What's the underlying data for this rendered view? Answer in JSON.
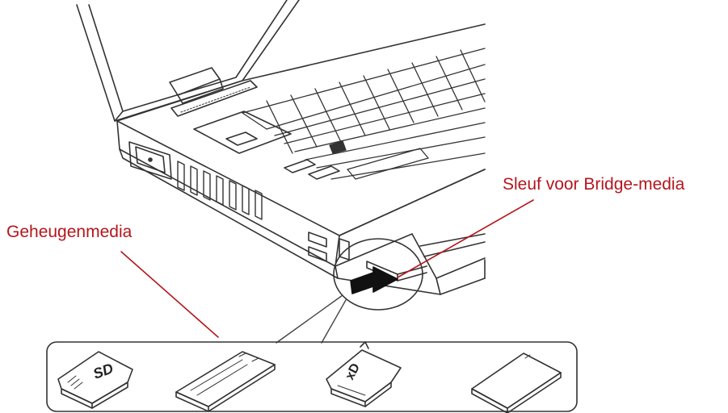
{
  "labels": {
    "memory_media": "Geheugenmedia",
    "bridge_slot": "Sleuf voor Bridge-media"
  },
  "colors": {
    "label_text": "#b5161d",
    "leader_line": "#b5161d",
    "outline": "#333333",
    "background": "#ffffff"
  },
  "cards": [
    {
      "name": "sd-card",
      "marking": "SD"
    },
    {
      "name": "memory-stick",
      "marking": ""
    },
    {
      "name": "xd-picture-card",
      "marking": "xD"
    },
    {
      "name": "multimedia-card",
      "marking": ""
    }
  ]
}
